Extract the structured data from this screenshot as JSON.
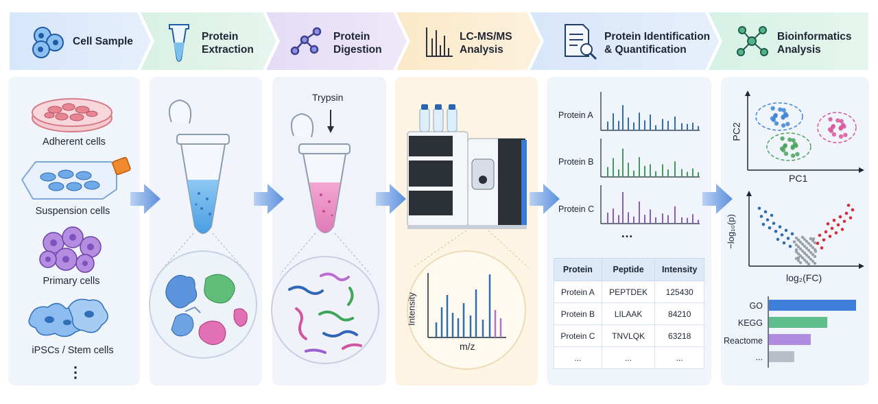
{
  "steps": [
    {
      "title": "Cell Sample",
      "icon": "cells-icon"
    },
    {
      "title": "Protein\nExtraction",
      "icon": "tube-icon"
    },
    {
      "title": "Protein\nDigestion",
      "icon": "peptide-chain-icon"
    },
    {
      "title": "LC-MS/MS\nAnalysis",
      "icon": "spectrum-icon"
    },
    {
      "title": "Protein Identification\n& Quantification",
      "icon": "document-search-icon"
    },
    {
      "title": "Bioinformatics\nAnalysis",
      "icon": "network-icon"
    }
  ],
  "cell_types": [
    "Adherent cells",
    "Suspension cells",
    "Primary cells",
    "iPSCs / Stem cells",
    "⋮"
  ],
  "digestion": {
    "enzyme": "Trypsin"
  },
  "ms": {
    "xlabel": "m/z",
    "ylabel": "Intensity"
  },
  "identification": {
    "proteins": [
      "Protein A",
      "Protein B",
      "Protein C"
    ],
    "more": "…",
    "spectrum_colors": [
      "#2f6db3",
      "#3d9a57",
      "#8d5bb8"
    ],
    "table": {
      "headers": [
        "Protein",
        "Peptide",
        "Intensity"
      ],
      "rows": [
        [
          "Protein A",
          "PEPTDEK",
          "125430"
        ],
        [
          "Protein B",
          "LILAAK",
          "84210"
        ],
        [
          "Protein C",
          "TNVLQK",
          "63218"
        ],
        [
          "...",
          "...",
          "..."
        ]
      ]
    }
  },
  "bioinformatics": {
    "pca": {
      "xlabel": "PC1",
      "ylabel": "PC2"
    },
    "volcano": {
      "xlabel": "log₂(FC)",
      "ylabel": "−log₁₀(p)"
    },
    "enrichment": {
      "categories": [
        "GO",
        "KEGG",
        "Reactome",
        "..."
      ],
      "values": [
        1.0,
        0.67,
        0.48,
        0.29
      ],
      "colors": [
        "#3f7fdc",
        "#5fbf8c",
        "#b08be0",
        "#b9bec6"
      ]
    }
  },
  "colors": {
    "panel": "#f1f5fb",
    "accent_arrow": "#5b8fdc",
    "lcms_panel": "#fdf3e0"
  }
}
